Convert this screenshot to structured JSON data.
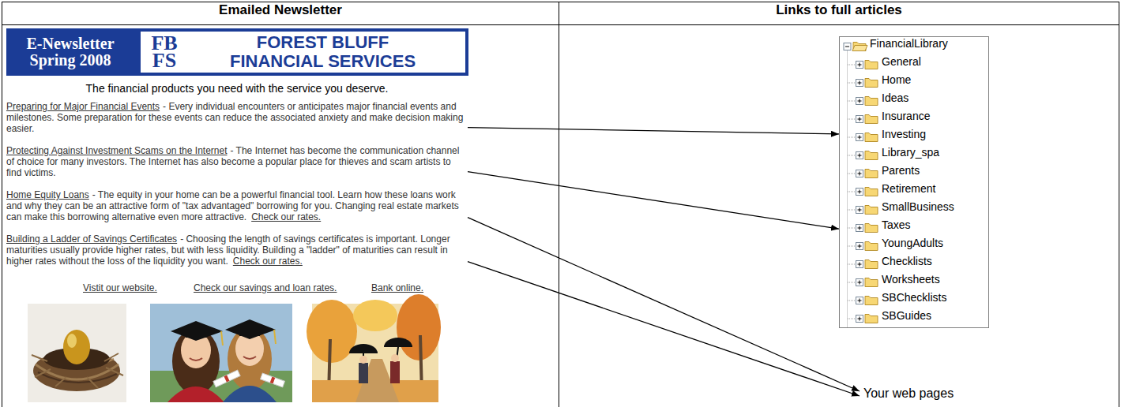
{
  "diagram": {
    "nodes": [
      {
        "text": [
          "Emailed Newsletter"
        ]
      },
      {
        "text": [
          "E-Newsletter Spring 2008"
        ],
        "in": 0
      },
      {
        "text": [
          "FB FS",
          "FOREST BLUFF FINANCIAL SERVICES"
        ],
        "in": 1
      },
      {
        "text": [
          "Preparing for Major Financial Events",
          "- Every individual encounters or anticipates major financial events and milestones. Some preparation for these events can reduce the associated anxiety and make decision making easier."
        ],
        "in": 0
      },
      {
        "text": [
          "Protecting Against Investment Scams on the Internet",
          "- The Internet has become the communication channel of choice for many investors. The Internet has also become a popular place for thieves and scam artists to find victims."
        ],
        "in": 0
      },
      {
        "text": [
          "Home Equity Loans",
          "- The equity in your home can be a powerful financial tool. Learn how these loans work and why they can be an attractive form of \"tax advantaged\" borrowing for you. Changing real estate markets can make this borrowing alternative even more attractive.",
          "Check our rates."
        ],
        "in": 0
      },
      {
        "text": [
          "Building a Ladder of Savings Certificates",
          "- Choosing the length of savings certificates is important. Longer maturities usually provide higher rates, but with less liquidity. Building a \"ladder\" of maturities can result in higher rates without the loss of the liquidity you want.",
          "Check our rates."
        ],
        "in": 0
      },
      {
        "text": [
          "Links to full articles"
        ]
      },
      {
        "text": [
          "FinancialLibrary",
          "General",
          "Home",
          "Ideas",
          "Insurance",
          "Investing",
          "Library_spa",
          "Parents",
          "Retirement",
          "SmallBusiness",
          "Taxes",
          "YoungAdults",
          "Checklists",
          "Worksheets",
          "SBChecklists",
          "SBGuides"
        ],
        "in": 7
      },
      {
        "text": [
          "Your web pages"
        ],
        "in": 7
      }
    ],
    "edges": [
      {
        "from": 3,
        "to": 8,
        "arrow": "to"
      },
      {
        "from": 4,
        "to": 8,
        "arrow": "to"
      },
      {
        "from": 5,
        "to": 9,
        "arrow": "to"
      },
      {
        "from": 6,
        "to": 9,
        "arrow": "to"
      }
    ],
    "labels": [
      "The financial products you need with the service you deserve.",
      "Vistit our website.",
      "Check our savings and loan rates.",
      "Bank online."
    ]
  }
}
